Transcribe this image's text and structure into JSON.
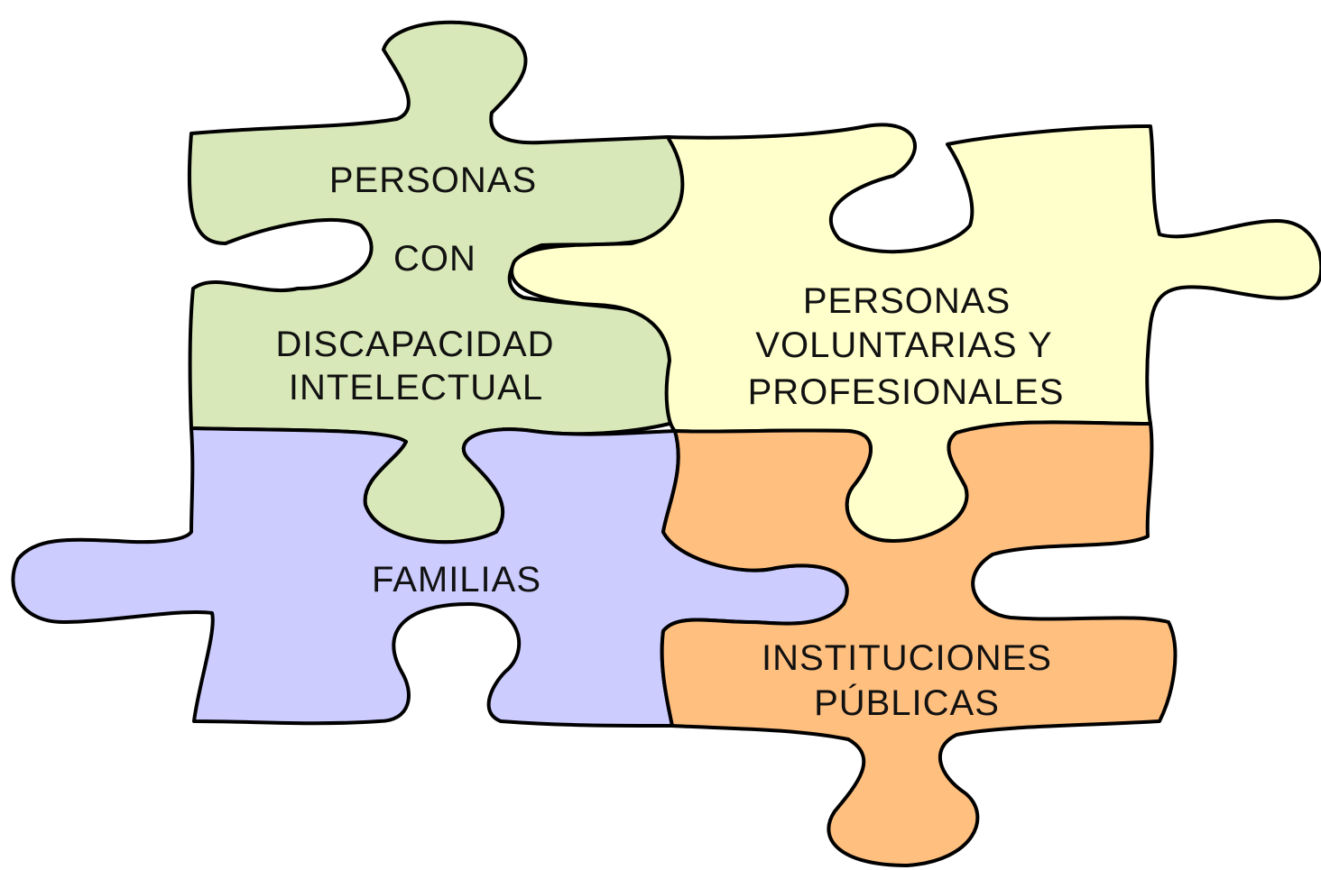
{
  "pieces": {
    "personas_con_discapacidad": {
      "lines": [
        "PERSONAS",
        "CON",
        "DISCAPACIDAD",
        "INTELECTUAL"
      ],
      "color": "#d9e8b8"
    },
    "voluntarias_profesionales": {
      "lines": [
        "PERSONAS",
        "VOLUNTARIAS Y",
        "PROFESIONALES"
      ],
      "color": "#ffffcc"
    },
    "familias": {
      "lines": [
        "FAMILIAS"
      ],
      "color": "#ccccff"
    },
    "instituciones_publicas": {
      "lines": [
        "INSTITUCIONES",
        "PÚBLICAS"
      ],
      "color": "#ffbf7f"
    }
  }
}
